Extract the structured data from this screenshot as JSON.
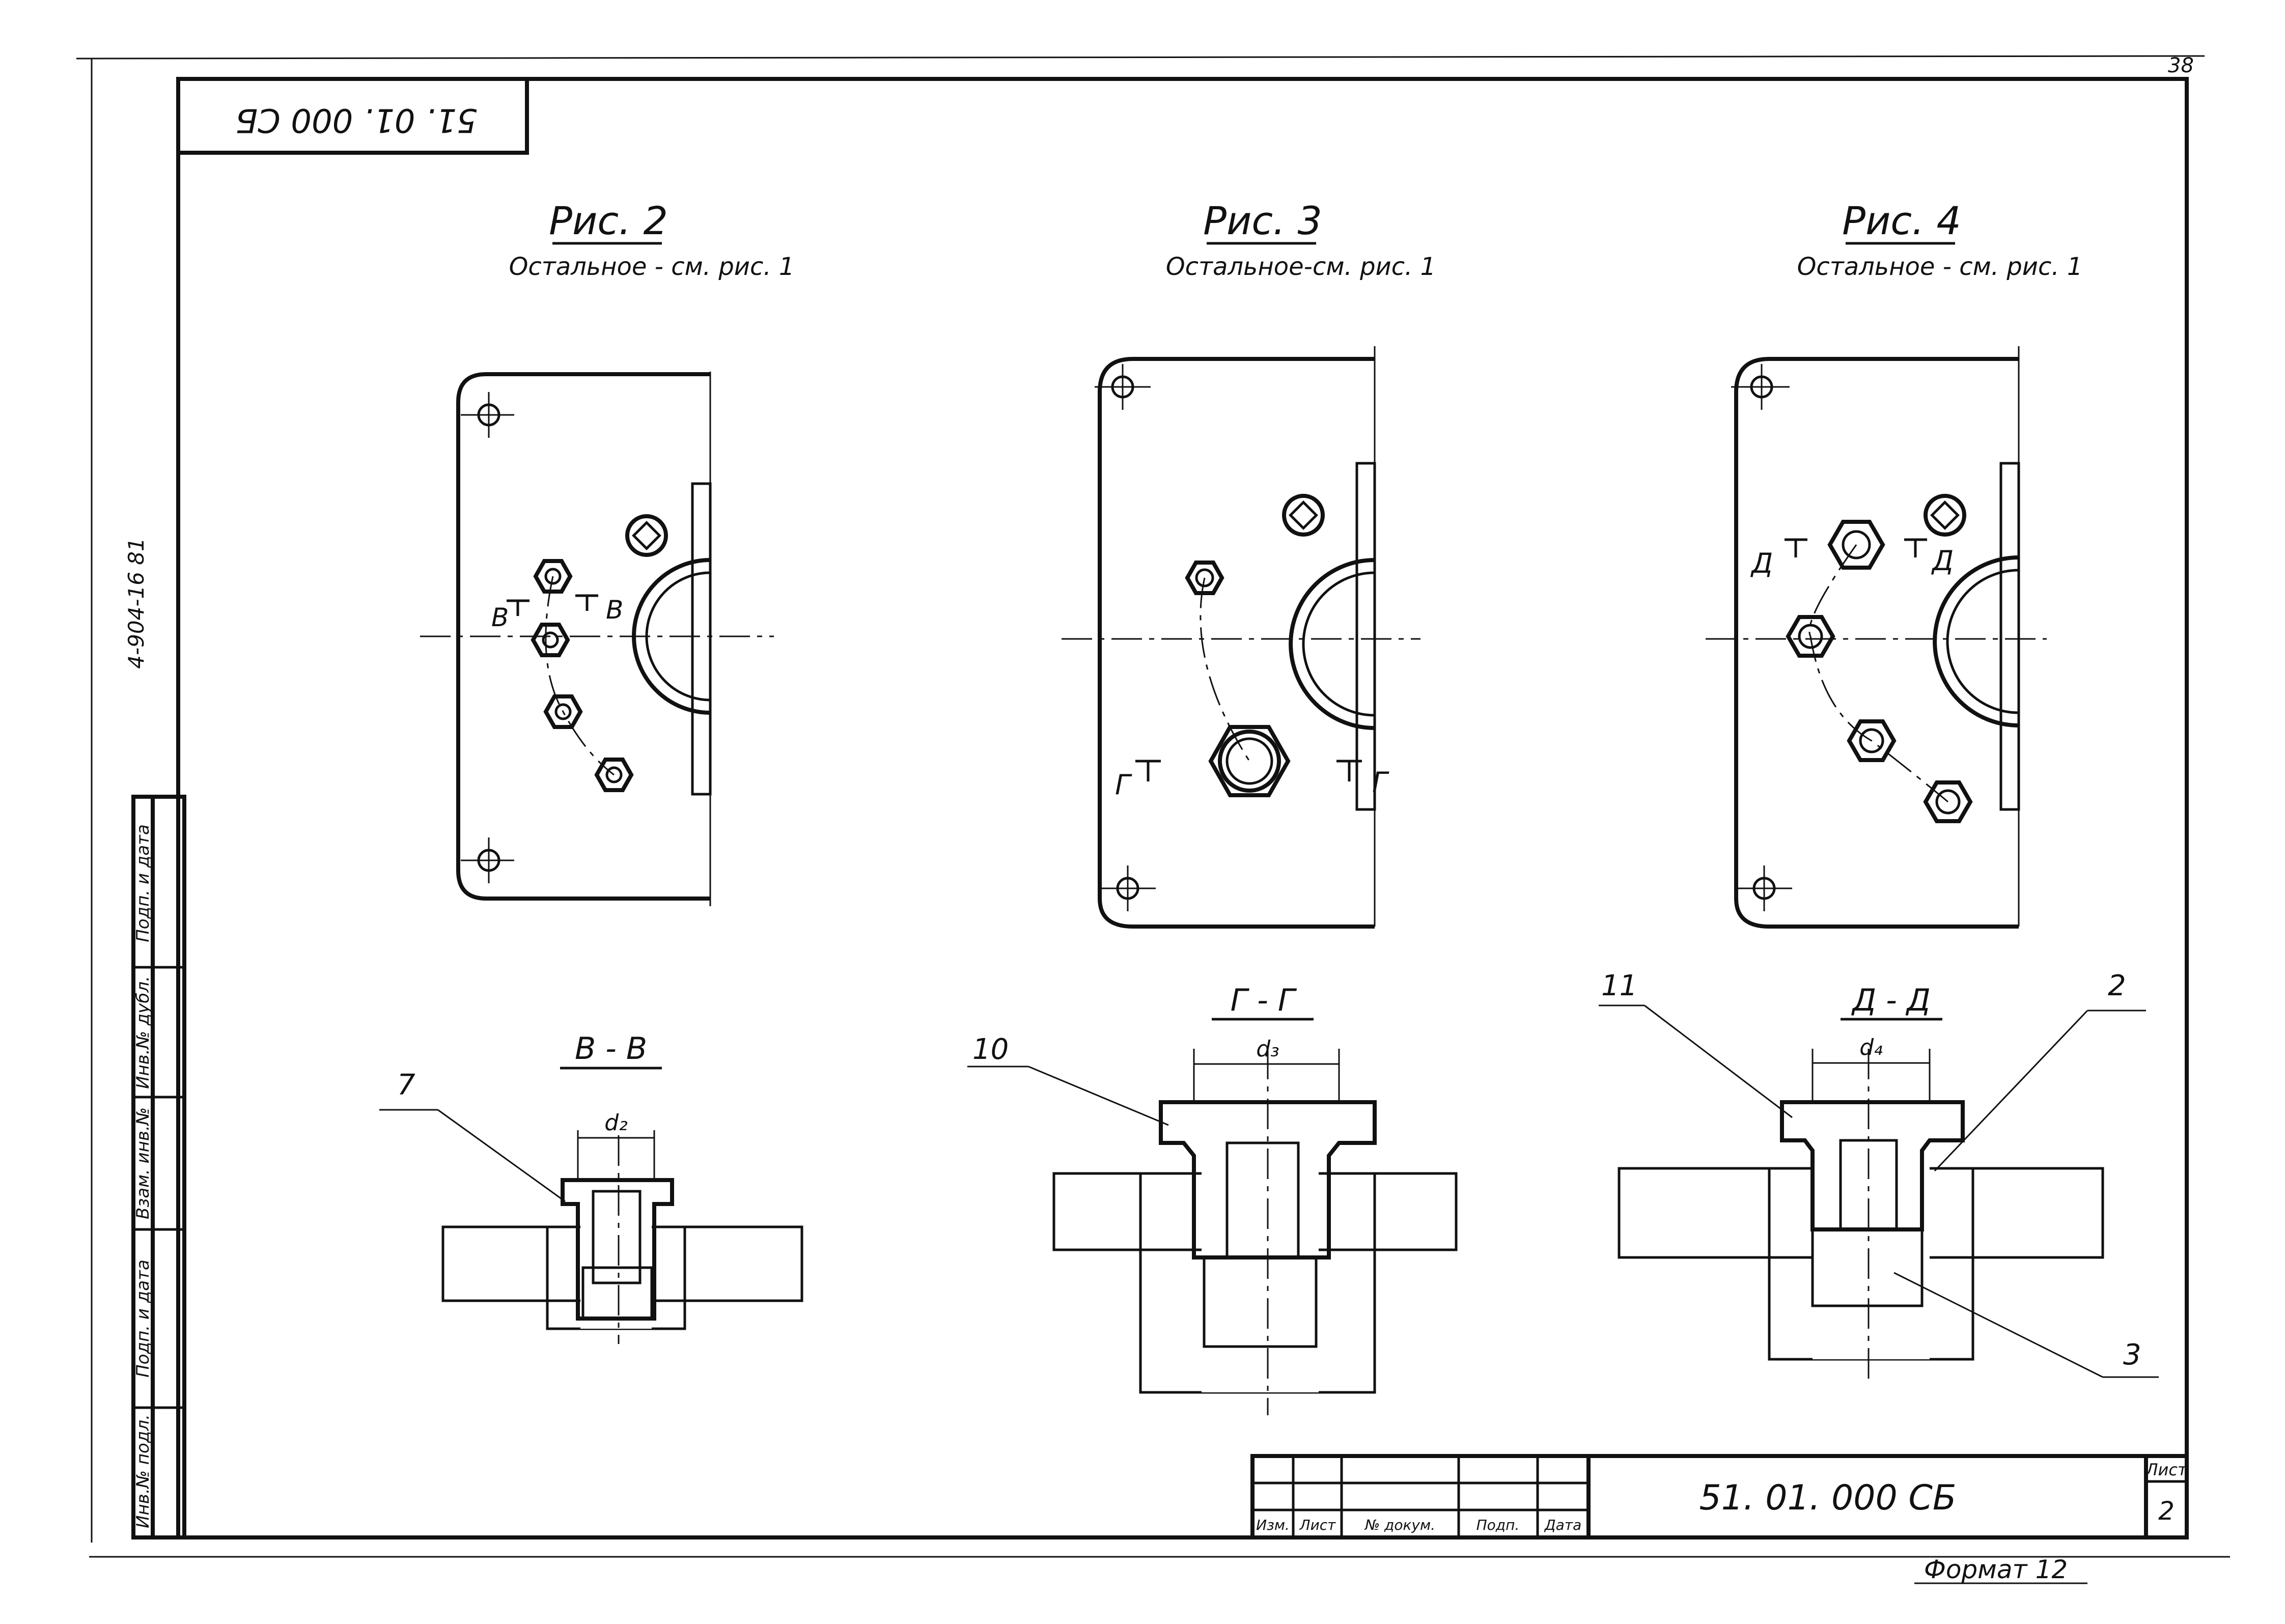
{
  "sheet": {
    "page_number": "38",
    "corner_stamp": "51. 01. 000 СБ",
    "side_code": "4-904-16 81",
    "format_note": "Формат 12"
  },
  "side_block": {
    "cells": [
      "Инв.№ подл.",
      "Подп. и дата",
      "Взам. инв.№",
      "Инв.№ дубл.",
      "Подп. и дата"
    ]
  },
  "figures": [
    {
      "title": "Рис. 2",
      "subtitle": "Остальное - см. рис. 1",
      "section_marks": [
        "В",
        "В"
      ]
    },
    {
      "title": "Рис. 3",
      "subtitle": "Остальное-см. рис. 1",
      "section_marks": [
        "Г",
        "Г"
      ]
    },
    {
      "title": "Рис. 4",
      "subtitle": "Остальное - см. рис. 1",
      "section_marks": [
        "Д",
        "Д"
      ]
    }
  ],
  "sections": [
    {
      "title": "В - В",
      "dim": "d₂",
      "callouts": [
        "7"
      ]
    },
    {
      "title": "Г - Г",
      "dim": "d₃",
      "callouts": [
        "10"
      ]
    },
    {
      "title": "Д - Д",
      "dim": "d₄",
      "callouts": [
        "11",
        "2",
        "3"
      ]
    }
  ],
  "title_block": {
    "designation": "51. 01. 000 СБ",
    "sheet_label": "Лист",
    "sheet_number": "2",
    "columns": [
      "Изм.",
      "Лист",
      "№ докум.",
      "Подп.",
      "Дата"
    ]
  }
}
